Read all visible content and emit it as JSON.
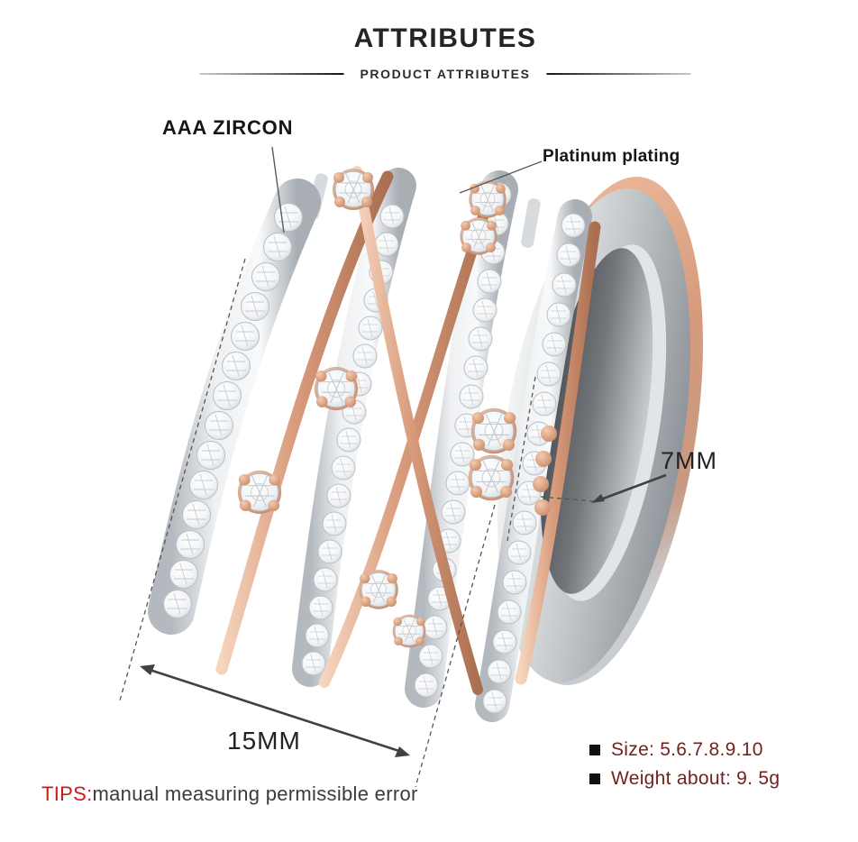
{
  "header": {
    "title": "ATTRIBUTES",
    "subtitle": "PRODUCT ATTRIBUTES"
  },
  "callouts": {
    "zircon": "AAA ZIRCON",
    "plating": "Platinum plating",
    "band_width": "7MM",
    "face_width": "15MM"
  },
  "tips": {
    "prefix": "TIPS:",
    "text": "manual measuring permissible error"
  },
  "specs": [
    {
      "label": "Size:",
      "value": "5.6.7.8.9.10"
    },
    {
      "label": "Weight about:",
      "value": "9. 5g"
    }
  ],
  "colors": {
    "rose_gold": "#d69b7c",
    "silver": "#c9cdd1",
    "tips_red": "#ca1a1a",
    "spec_text": "#741f1f"
  }
}
